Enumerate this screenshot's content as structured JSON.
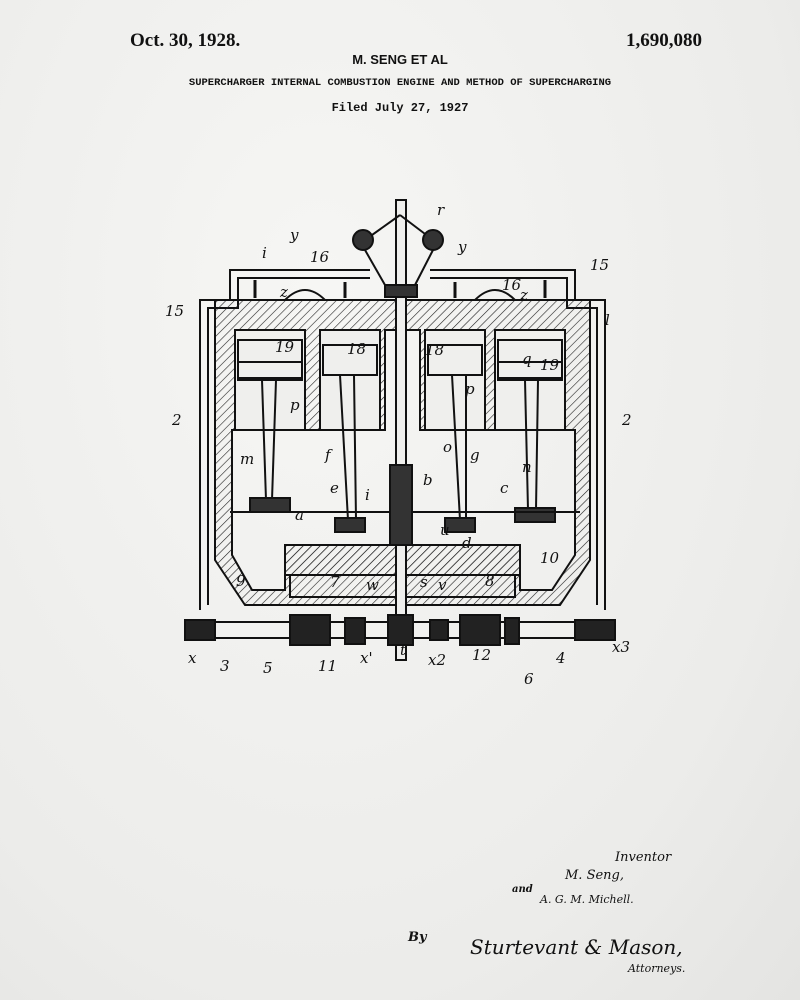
{
  "header": {
    "date": "Oct. 30, 1928.",
    "patent_number": "1,690,080",
    "inventors": "M. SENG ET AL",
    "title": "SUPERCHARGER INTERNAL COMBUSTION ENGINE AND METHOD OF SUPERCHARGING",
    "filed": "Filed July 27, 1927"
  },
  "drawing": {
    "labels": [
      "r",
      "i",
      "y",
      "16",
      "y",
      "15",
      "15",
      "z",
      "16",
      "z",
      "l",
      "19",
      "18",
      "18",
      "19",
      "q",
      "p",
      "p",
      "2",
      "2",
      "m",
      "f",
      "o",
      "g",
      "n",
      "b",
      "e",
      "c",
      "i",
      "a",
      "u",
      "d",
      "10",
      "9",
      "7",
      "w",
      "s",
      "v",
      "8",
      "x",
      "3",
      "5",
      "11",
      "x'",
      "t",
      "x2",
      "12",
      "6",
      "4",
      "x3"
    ]
  },
  "footer": {
    "inventor_heading": "Inventor",
    "inventor1": "M. Seng,",
    "and": "and",
    "inventor2": "A. G. M. Michell.",
    "by": "By",
    "attorney_signature": "Sturtevant & Mason,",
    "attorneys": "Attorneys."
  }
}
